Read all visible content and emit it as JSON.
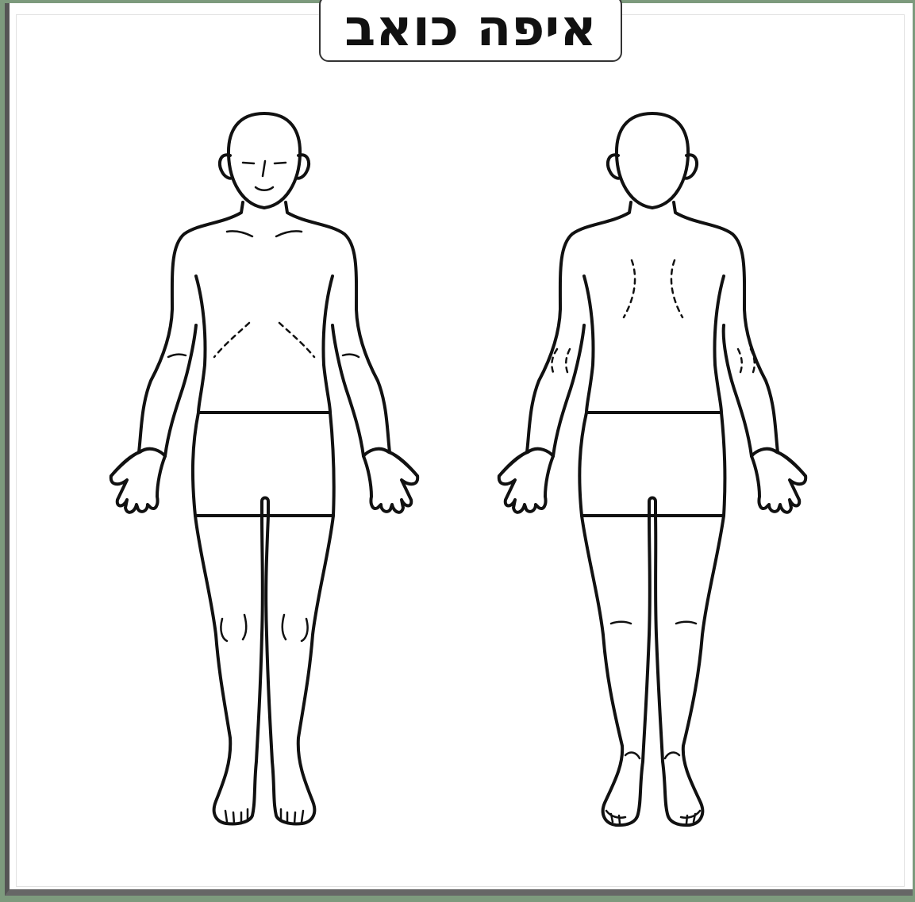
{
  "title": "איפה כואב",
  "figures": [
    {
      "view": "front",
      "icon": "front-body-icon"
    },
    {
      "view": "back",
      "icon": "back-body-icon"
    }
  ]
}
